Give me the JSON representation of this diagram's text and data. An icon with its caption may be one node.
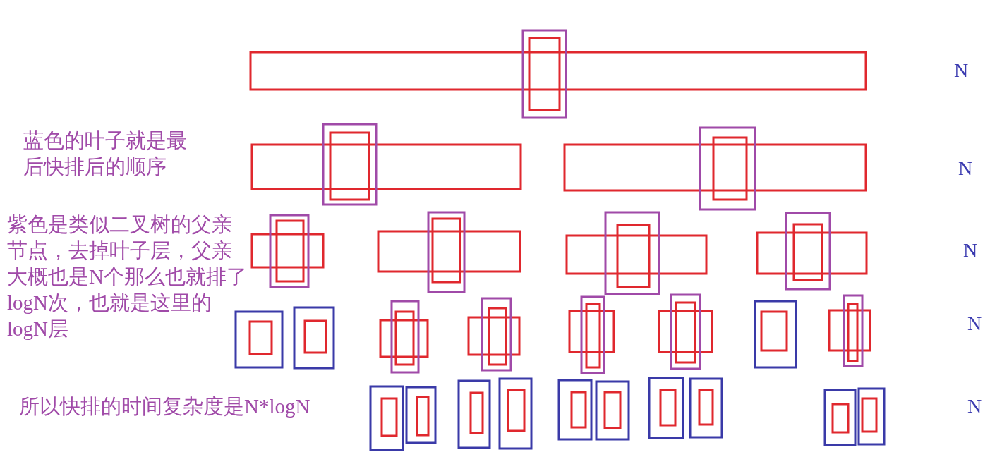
{
  "diagram": {
    "labels": [
      "N",
      "蓝色的叶子就是最后快排后的顺序",
      "N",
      "紫色是类似二叉树的父亲节点，去掉叶子层，父亲大概也是N个那么也就排了logN次，也就是这里的logN层",
      "N",
      "N",
      "所以快排的时间复杂度是N*logN",
      "N"
    ]
  }
}
